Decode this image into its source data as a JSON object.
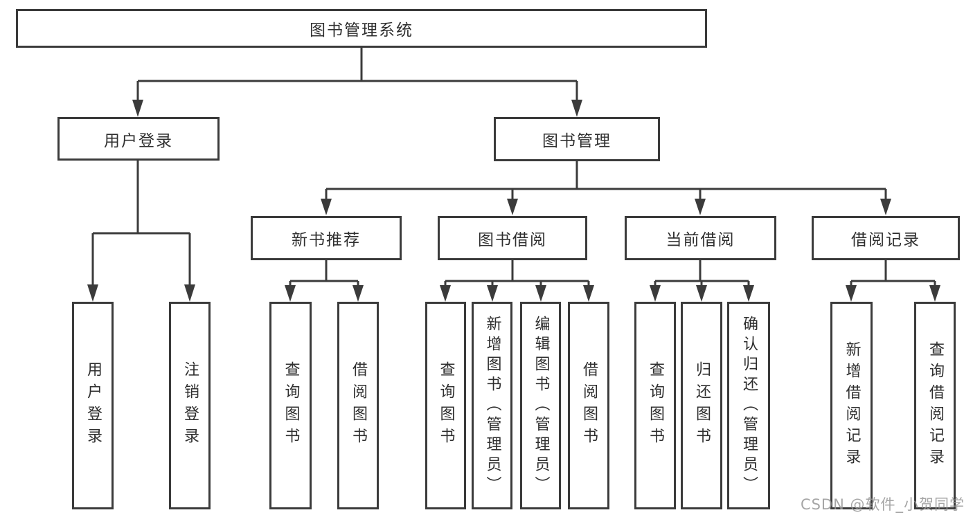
{
  "diagram_title": "图书管理系统",
  "tree": {
    "label": "图书管理系统",
    "children": [
      {
        "label": "用户登录",
        "children": [
          {
            "label": "用户登录"
          },
          {
            "label": "注销登录"
          }
        ]
      },
      {
        "label": "图书管理",
        "children": [
          {
            "label": "新书推荐",
            "children": [
              {
                "label": "查询图书"
              },
              {
                "label": "借阅图书"
              }
            ]
          },
          {
            "label": "图书借阅",
            "children": [
              {
                "label": "查询图书"
              },
              {
                "label": "新增图书（管理员）"
              },
              {
                "label": "编辑图书（管理员）"
              },
              {
                "label": "借阅图书"
              }
            ]
          },
          {
            "label": "当前借阅",
            "children": [
              {
                "label": "查询图书"
              },
              {
                "label": "归还图书"
              },
              {
                "label": "确认归还（管理员）"
              }
            ]
          },
          {
            "label": "借阅记录",
            "children": [
              {
                "label": "新增借阅记录"
              },
              {
                "label": "查询借阅记录"
              }
            ]
          }
        ]
      }
    ]
  },
  "watermark": {
    "text": "CSDN @软件_小贺同学"
  },
  "colors": {
    "line": "#3b3b3b",
    "text": "#2f2f2f",
    "background": "#ffffff",
    "watermark": "#969696"
  }
}
